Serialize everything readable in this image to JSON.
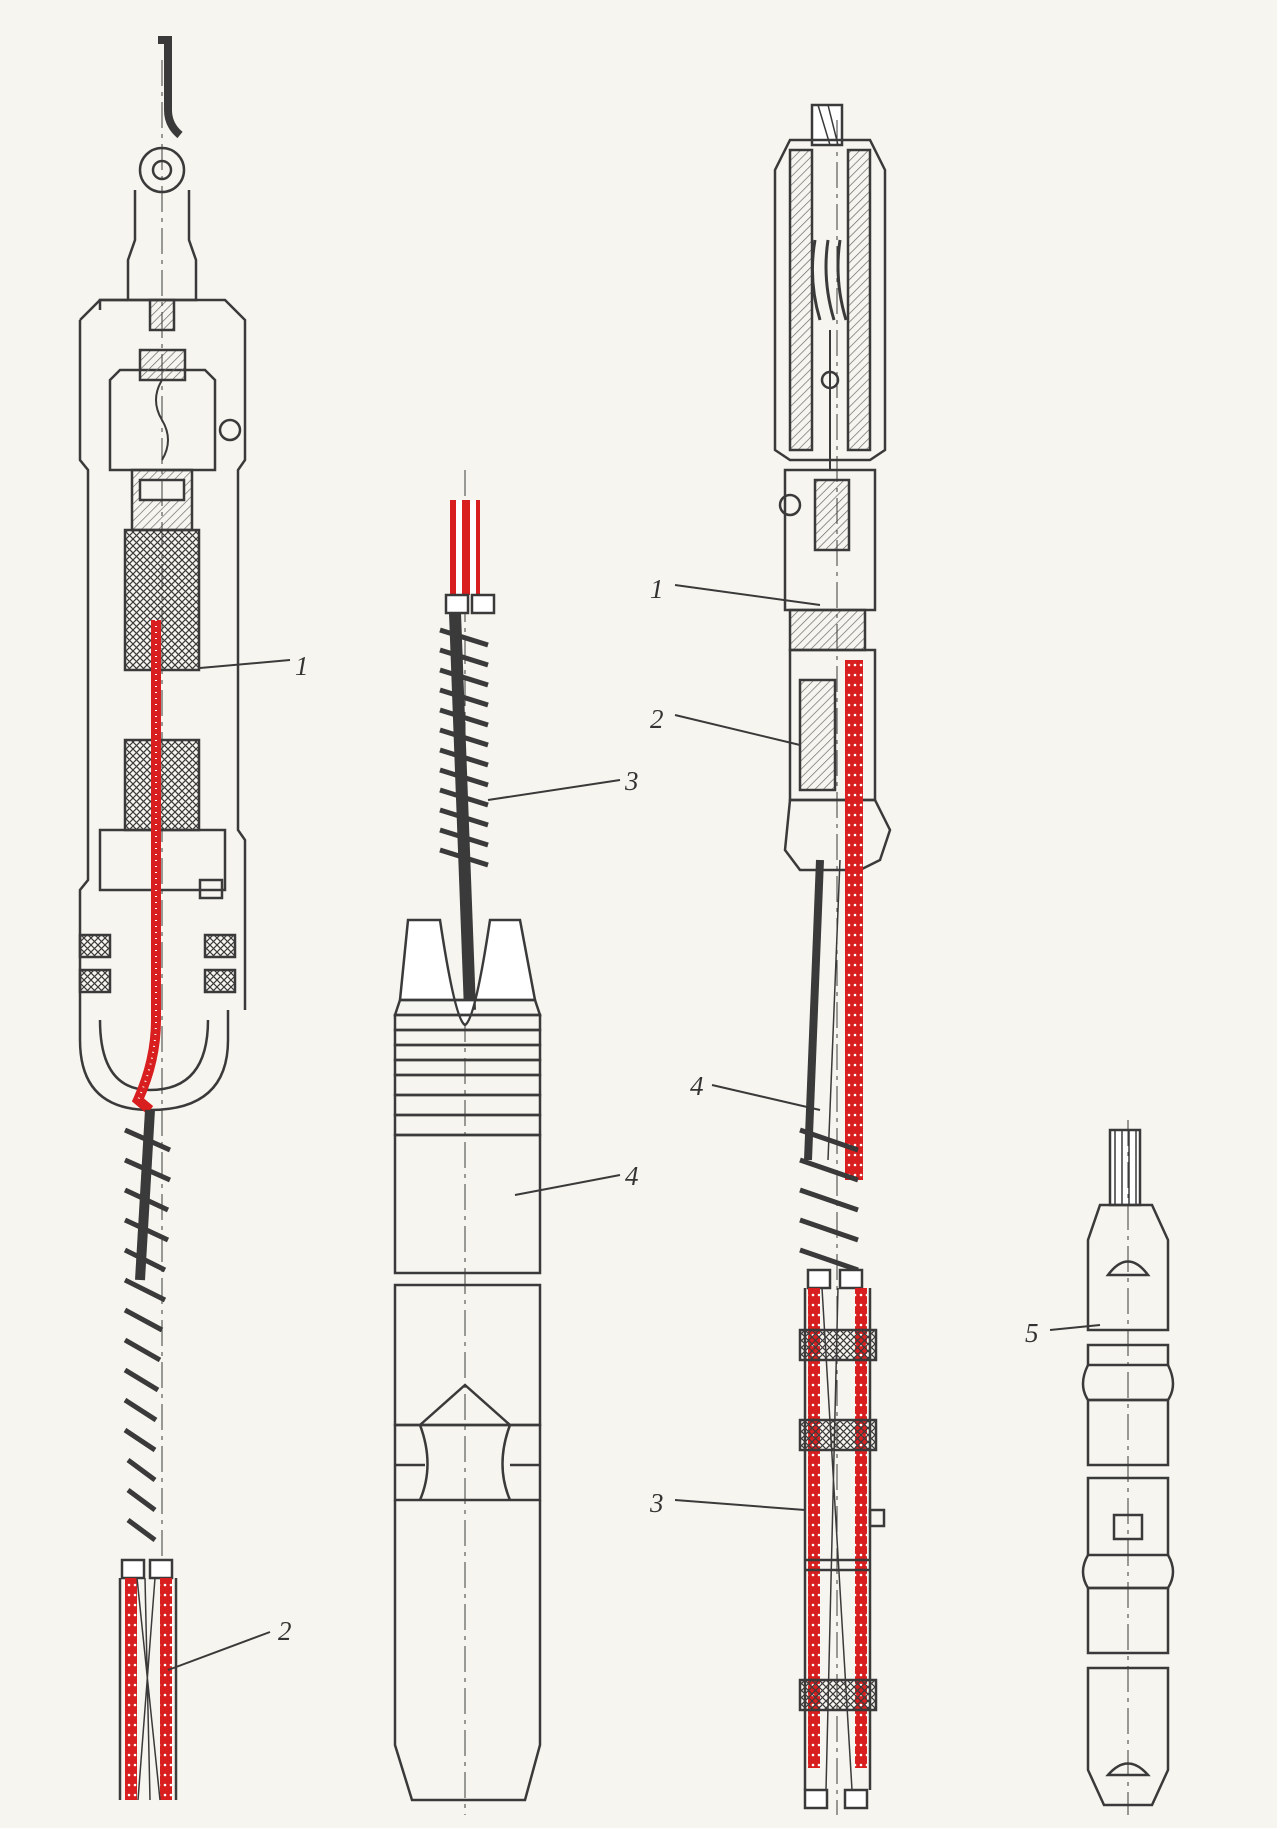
{
  "colors": {
    "paper": "#f7f5ef",
    "ink": "#3a3a3a",
    "hatch": "#6a6a6a",
    "cable_red": "#d81e1e",
    "cable_dots": "#ffffff"
  },
  "figures": [
    {
      "id": "fig-a",
      "callouts": [
        {
          "text": "1"
        },
        {
          "text": "2"
        }
      ]
    },
    {
      "id": "fig-b",
      "callouts": [
        {
          "text": "3"
        },
        {
          "text": "4"
        }
      ]
    },
    {
      "id": "fig-c",
      "callouts": [
        {
          "text": "1"
        },
        {
          "text": "2"
        },
        {
          "text": "4"
        },
        {
          "text": "3"
        }
      ]
    },
    {
      "id": "fig-d",
      "callouts": [
        {
          "text": "5"
        }
      ]
    }
  ]
}
